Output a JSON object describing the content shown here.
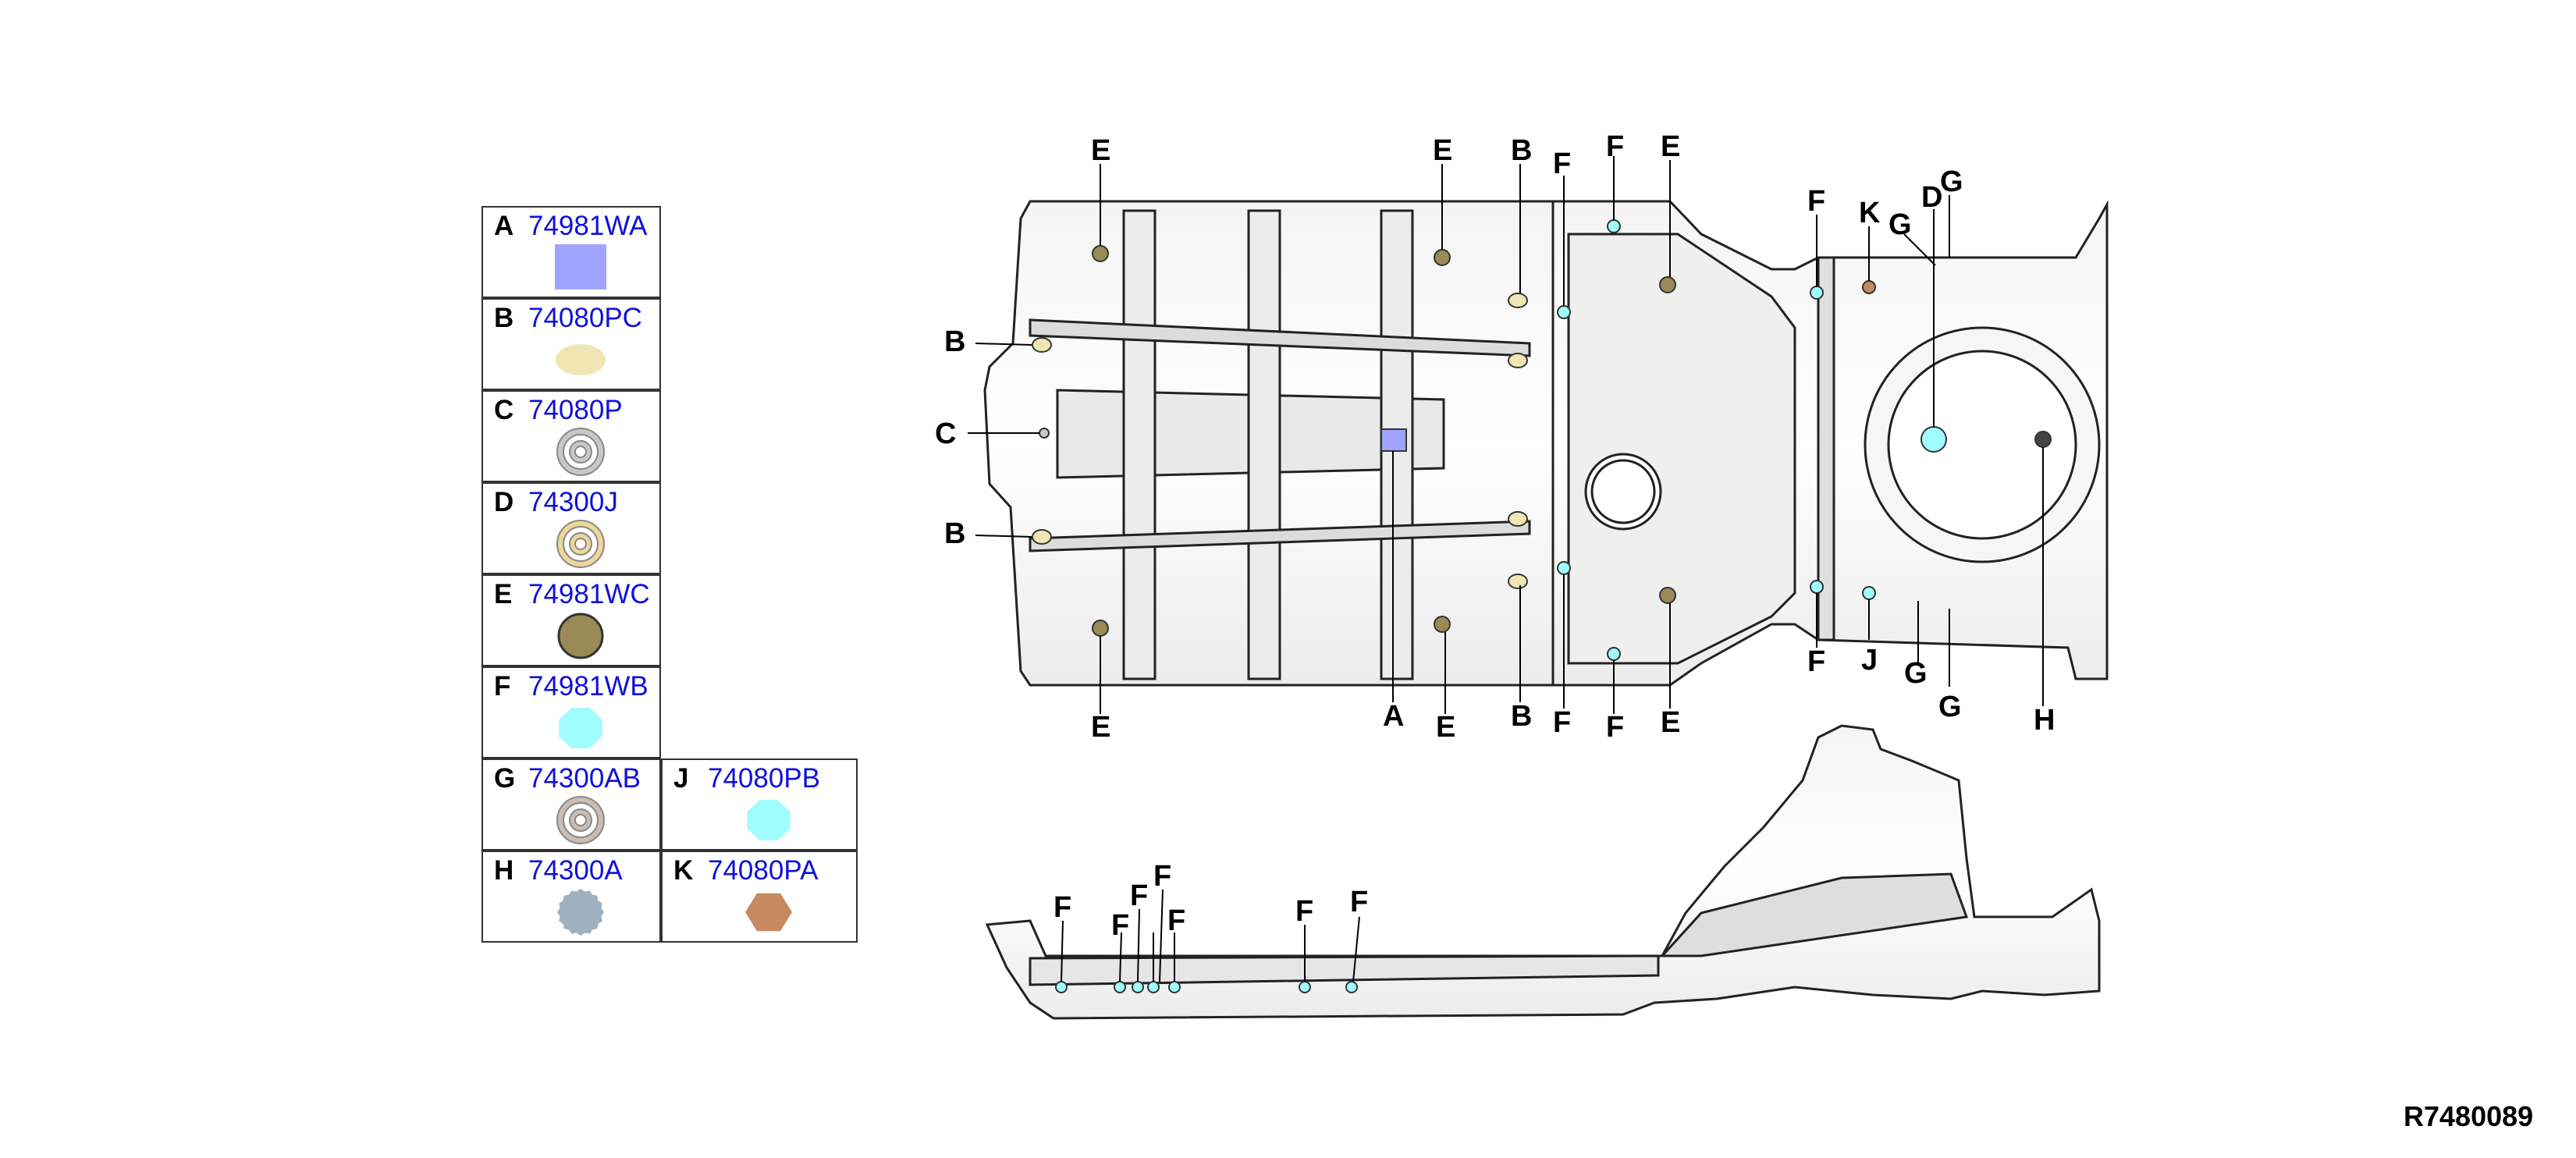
{
  "legend": {
    "items": [
      {
        "letter": "A",
        "part": "74981WA",
        "shape": "square",
        "color": "#a0a4ff"
      },
      {
        "letter": "B",
        "part": "74080PC",
        "shape": "oval",
        "color": "#efe6b4"
      },
      {
        "letter": "C",
        "part": "74080P",
        "shape": "grommet",
        "color": "#c8c8c8"
      },
      {
        "letter": "D",
        "part": "74300J",
        "shape": "grommet",
        "color": "#efd79a"
      },
      {
        "letter": "E",
        "part": "74981WC",
        "shape": "circle",
        "color": "#9a8a55"
      },
      {
        "letter": "F",
        "part": "74981WB",
        "shape": "octagon",
        "color": "#9ffcff"
      },
      {
        "letter": "G",
        "part": "74300AB",
        "shape": "grommet",
        "color": "#c9bdb4"
      },
      {
        "letter": "H",
        "part": "74300A",
        "shape": "serrated",
        "color": "#9fb0bf"
      },
      {
        "letter": "J",
        "part": "74080PB",
        "shape": "octagon",
        "color": "#9ffcff"
      },
      {
        "letter": "K",
        "part": "74080PA",
        "shape": "hexagon",
        "color": "#c78960"
      }
    ]
  },
  "callouts": {
    "top_view": [
      "E",
      "E",
      "B",
      "F",
      "F",
      "E",
      "F",
      "K",
      "G",
      "G",
      "D",
      "B",
      "C",
      "B",
      "E",
      "E",
      "B",
      "F",
      "F",
      "E",
      "F",
      "J",
      "G",
      "G",
      "H",
      "A"
    ],
    "side_view": [
      "F",
      "F",
      "F",
      "F",
      "F",
      "F",
      "F"
    ]
  },
  "reference_code": "R7480089"
}
